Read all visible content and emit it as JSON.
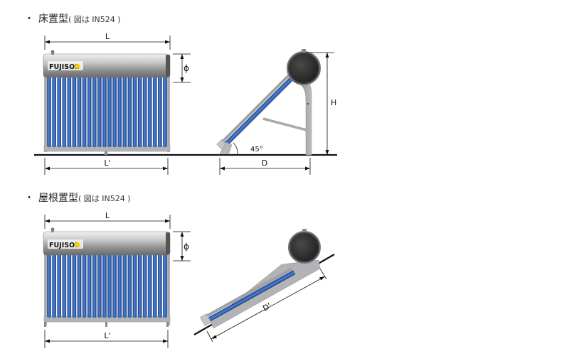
{
  "sections": [
    {
      "bullet": "・",
      "title": "床置型",
      "note": "( 図は IN524 )",
      "brand": "FUJISOL",
      "labels": {
        "L": "L",
        "phi": "ϕ",
        "H": "H",
        "Lp": "L'",
        "D": "D",
        "angle": "45°"
      }
    },
    {
      "bullet": "・",
      "title": "屋根置型",
      "note": "( 図は IN524 )",
      "brand": "FUJISOL",
      "labels": {
        "L": "L",
        "phi": "ϕ",
        "Lp": "L'",
        "Dp": "D'"
      }
    }
  ],
  "colors": {
    "tube_blue": "#3a6fc4",
    "tube_dark": "#1e3f86",
    "frame_gray": "#a9abae",
    "tank_dark": "#2a2a2a",
    "logo_yellow": "#f2d200",
    "line": "#111111"
  }
}
